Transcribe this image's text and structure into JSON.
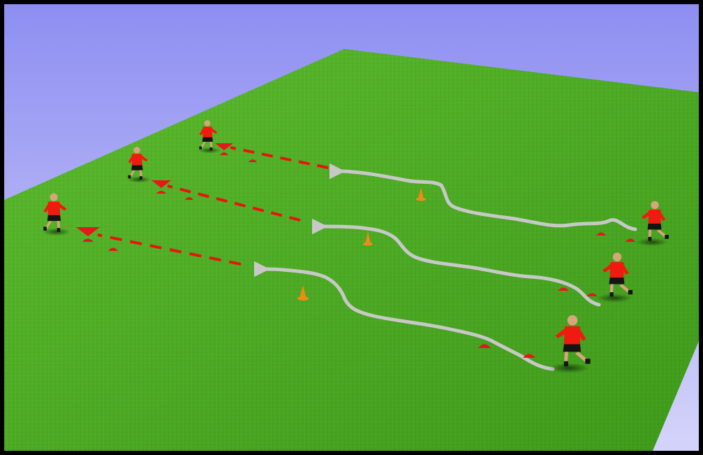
{
  "colors": {
    "frame": "#000000",
    "sky_top": "#8E8EF2",
    "sky_bottom": "#D4D4FA",
    "grass_light": "#5CBB2E",
    "grass_dark": "#3E9A1A",
    "path": "#C8C8C8",
    "dash": "#E8140E",
    "cone": "#F08A16",
    "marker": "#E4181A",
    "shirt": "#F01A10",
    "shorts": "#141414",
    "skin": "#D8A47C"
  },
  "lanes": [
    {
      "name": "lane-1"
    },
    {
      "name": "lane-2"
    },
    {
      "name": "lane-3"
    }
  ],
  "icons": {
    "player": "player-icon",
    "cone": "cone-icon",
    "disc_marker": "disc-marker-icon",
    "flag_marker": "flag-marker-icon",
    "arrow": "arrowhead-icon"
  }
}
